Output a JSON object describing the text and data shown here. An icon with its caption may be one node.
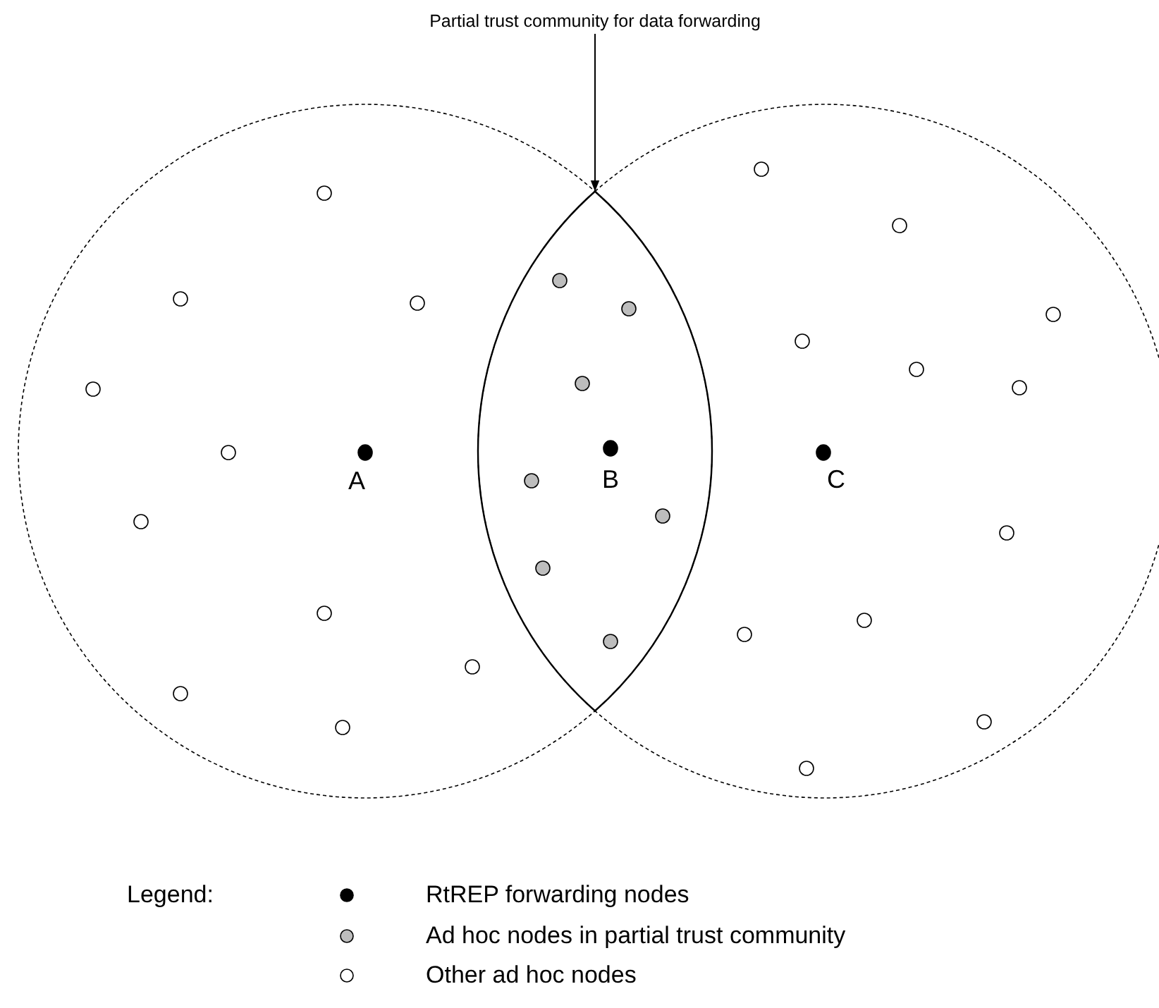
{
  "diagram": {
    "nodes": [
      {
        "text": [
          "Partial trust community for data forwarding"
        ]
      },
      {
        "text": [],
        "shape": "lens"
      }
    ],
    "edges": [
      {
        "from": 0,
        "to": 1,
        "arrow": "to"
      }
    ],
    "labels": [
      "A",
      "B",
      "C",
      "Legend:"
    ],
    "legend": [
      {
        "text": "RtREP forwarding nodes",
        "color": "#000000"
      },
      {
        "text": "Ad hoc nodes in partial trust community",
        "color": "#bdbdbd"
      },
      {
        "text": "Other ad hoc nodes",
        "color": "#ffffff"
      }
    ]
  }
}
